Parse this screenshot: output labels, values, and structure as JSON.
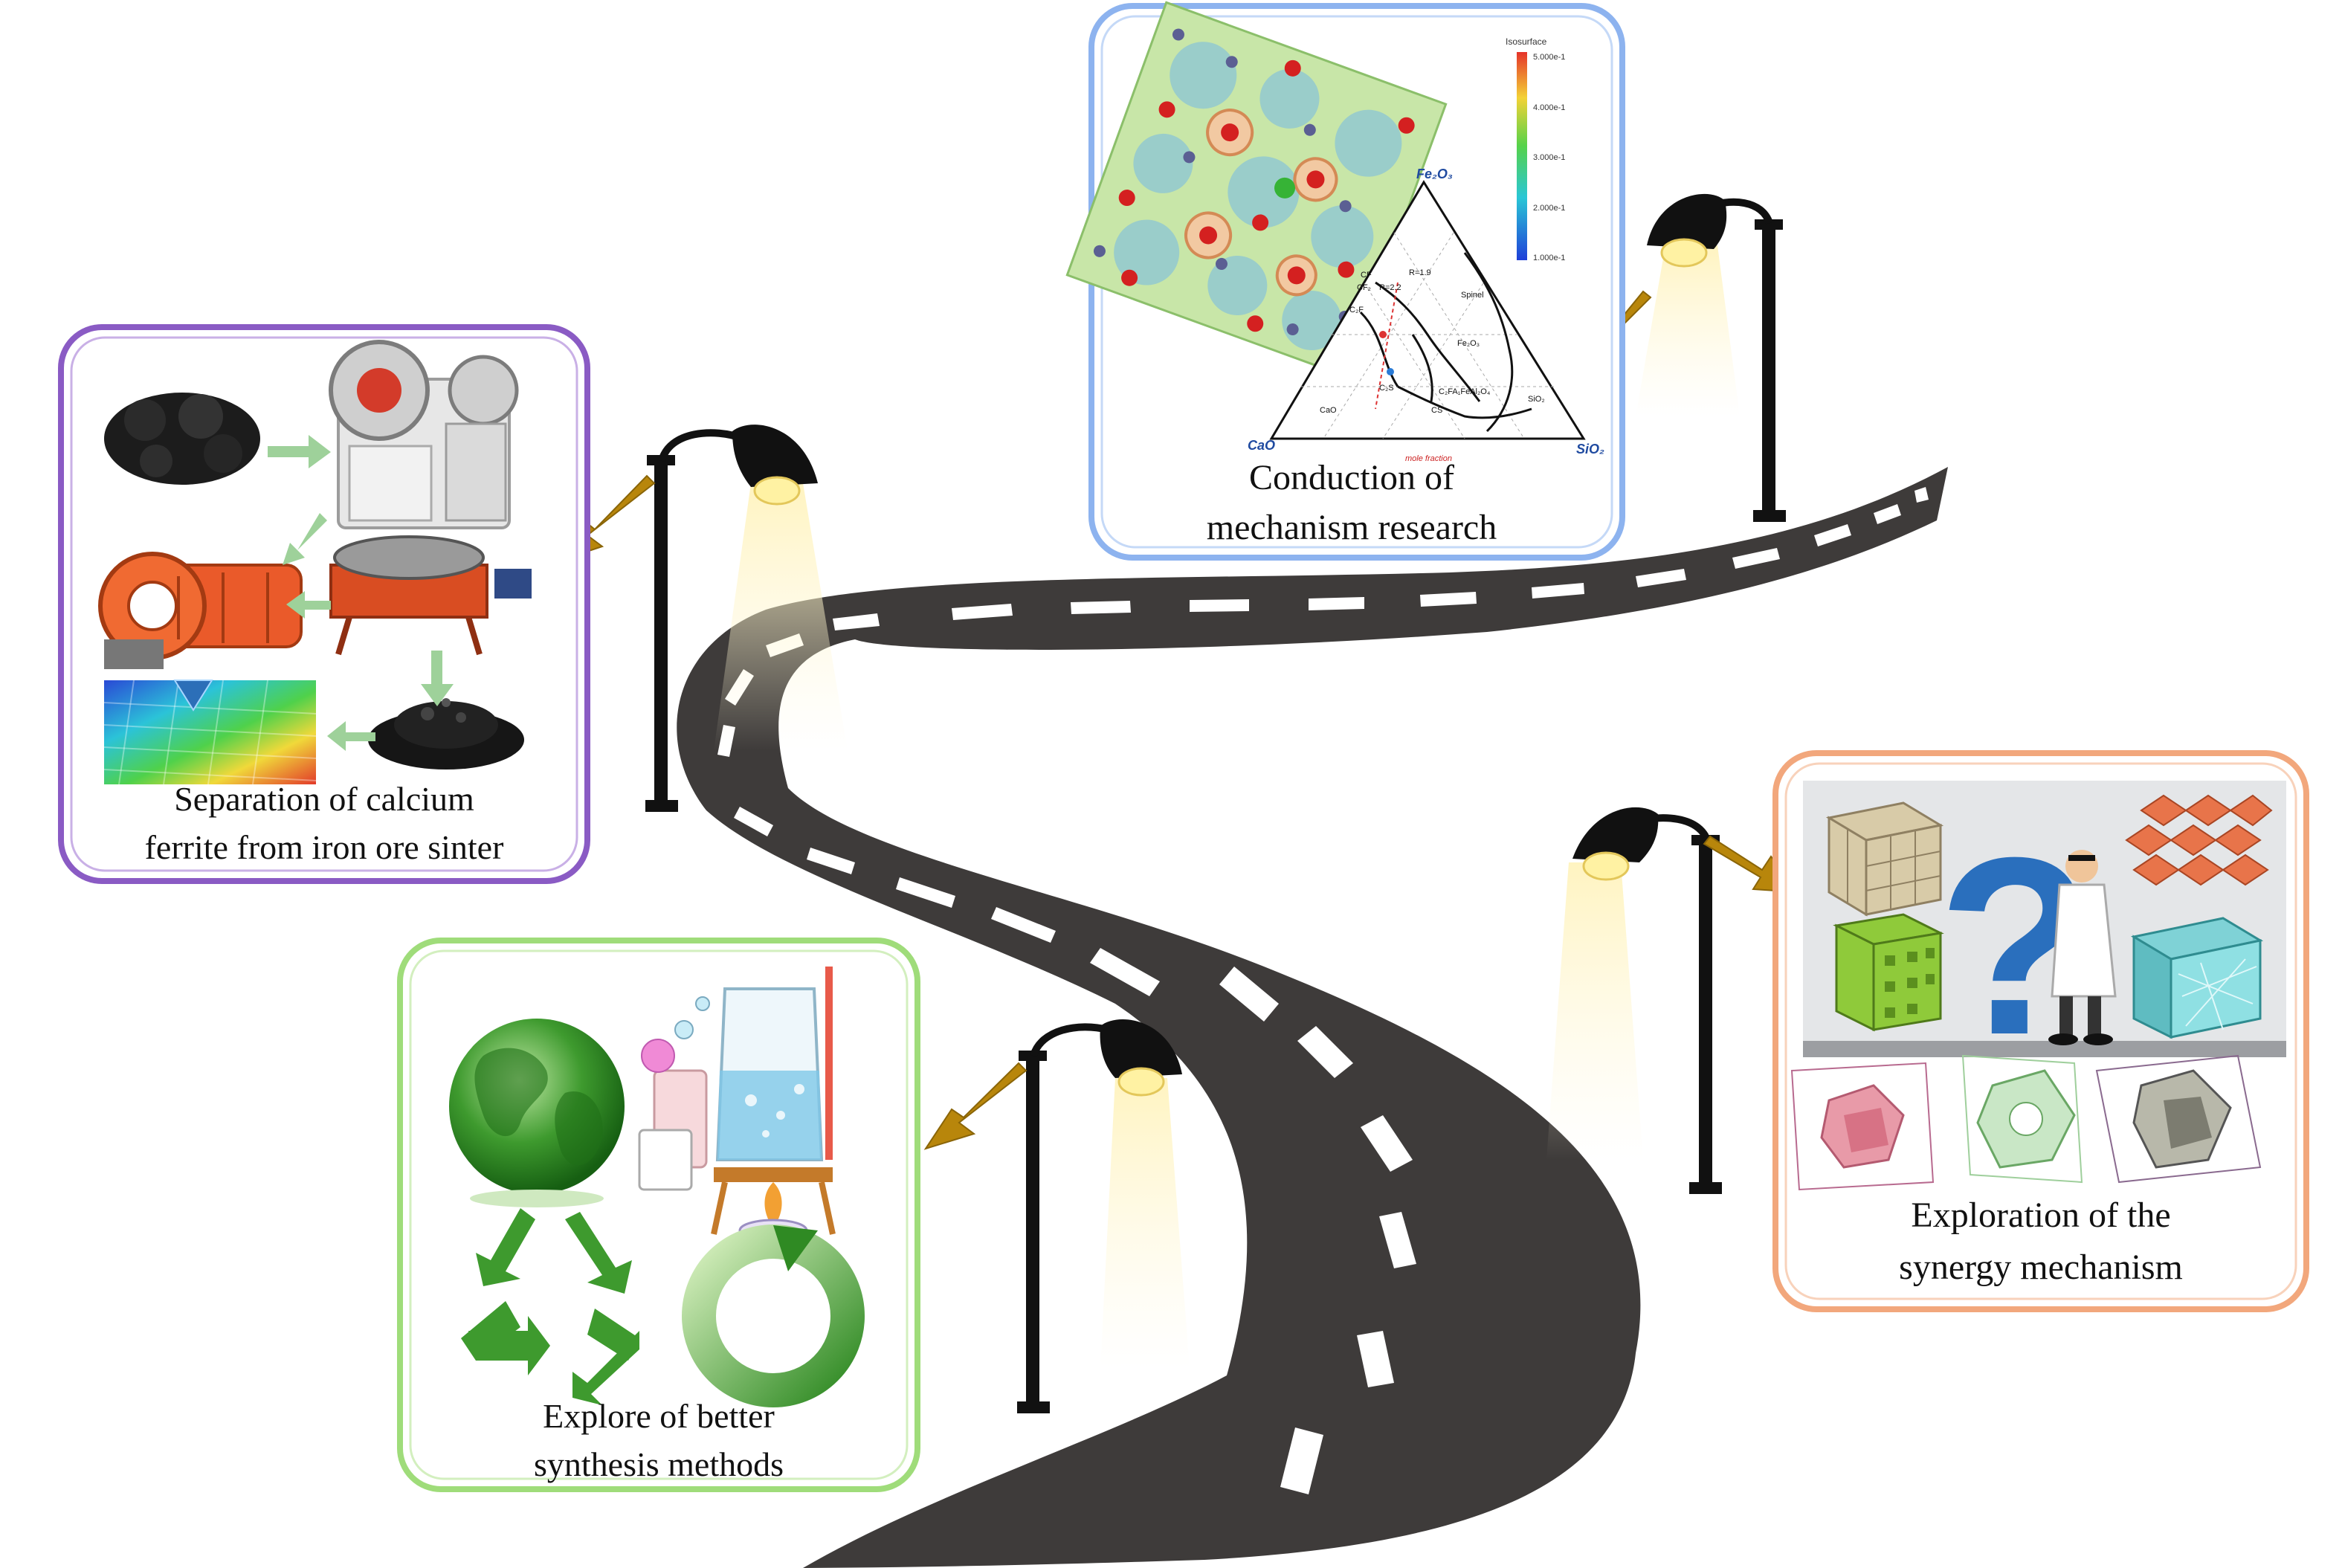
{
  "colors": {
    "road": "#3e3b3a",
    "road_dash": "#ffffff",
    "lamp": "#111111",
    "arrow": "#b8860b",
    "panel_purple": "#8a5bc4",
    "panel_blue": "#8db3ef",
    "panel_green": "#9fdc7a",
    "panel_orange": "#f2a77c"
  },
  "panels": {
    "separation": {
      "caption_line1": "Separation of calcium",
      "caption_line2": "ferrite from iron ore sinter"
    },
    "mechanism": {
      "caption_line1": "Conduction of",
      "caption_line2": "mechanism research"
    },
    "synthesis": {
      "caption_line1": "Explore of better",
      "caption_line2": "synthesis methods"
    },
    "synergy": {
      "caption_line1": "Exploration of the",
      "caption_line2": "synergy mechanism"
    }
  },
  "phase_diagram": {
    "apex_top": "Fe₂O₃",
    "corner_left": "CaO",
    "corner_right": "SiO₂",
    "axis_label": "mole fraction",
    "regions": [
      "Spinel",
      "Fe₂O₃",
      "C₂S",
      "CaO",
      "SiO₂",
      "CF",
      "CF₂",
      "C₂F",
      "C₂FA₁FeAl₂O₄",
      "CS",
      "R=1.9",
      "R=2.2",
      "CS"
    ],
    "legend_title": "Isosurface",
    "legend_ticks": [
      "5.000e-1",
      "4.000e-1",
      "3.000e-1",
      "2.000e-1",
      "1.000e-1"
    ]
  },
  "icons": {
    "question_mark": "?"
  }
}
